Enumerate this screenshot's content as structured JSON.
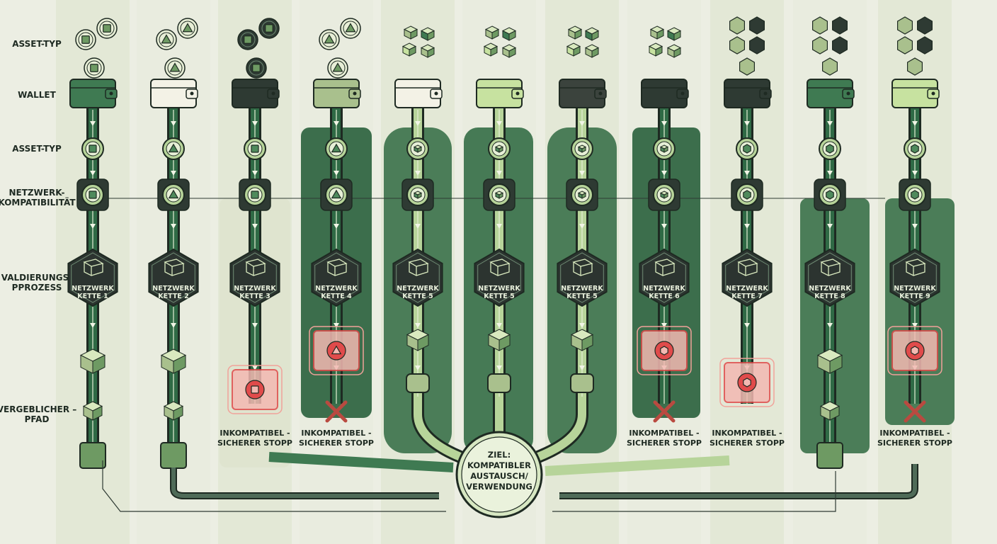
{
  "row_labels": [
    {
      "lines": [
        "ASSET-TYP"
      ]
    },
    {
      "lines": [
        "WALLET"
      ]
    },
    {
      "lines": [
        "ASSET-TYP"
      ]
    },
    {
      "lines": [
        "NETZWERK-",
        "KOMPATIBILITÄT"
      ]
    },
    {
      "lines": [
        "VALDIERUNGS-",
        "PPROZESS"
      ]
    },
    {
      "lines": [
        "VERGEBLICHER –",
        "PFAD"
      ]
    }
  ],
  "columns": [
    {
      "network": [
        "NETZWERK",
        "KETTE 1"
      ],
      "wallet_color": "#3f7a52",
      "status": "path",
      "shape": "square"
    },
    {
      "network": [
        "NETZWERK",
        "KETTE 2"
      ],
      "wallet_color": "#f3f2e6",
      "status": "path",
      "shape": "triangle"
    },
    {
      "network": [
        "NETZWERK",
        "KETTE 3"
      ],
      "wallet_color": "#2e3a33",
      "status": "stop",
      "shape": "square"
    },
    {
      "network": [
        "NETZWERK",
        "KETTE 4"
      ],
      "wallet_color": "#a9c08d",
      "status": "stop",
      "shape": "triangle"
    },
    {
      "network": [
        "NETZWERK",
        "KETTE 5"
      ],
      "wallet_color": "#f3f2e6",
      "status": "goal",
      "shape": "cube"
    },
    {
      "network": [
        "NETZWERK",
        "KETTE 5"
      ],
      "wallet_color": "#c7e2a0",
      "status": "goal",
      "shape": "cube"
    },
    {
      "network": [
        "NETZWERK",
        "KETTE 5"
      ],
      "wallet_color": "#3b433d",
      "status": "goal",
      "shape": "cube"
    },
    {
      "network": [
        "NETZWERK",
        "KETTE 6"
      ],
      "wallet_color": "#2e3a33",
      "status": "stop",
      "shape": "cube"
    },
    {
      "network": [
        "NETZWERK",
        "KETTE 7"
      ],
      "wallet_color": "#2e3a33",
      "status": "stop",
      "shape": "hexagon"
    },
    {
      "network": [
        "NETZWERK",
        "KETTE 8"
      ],
      "wallet_color": "#3f7a52",
      "status": "path",
      "shape": "hexagon"
    },
    {
      "network": [
        "NETZWERK",
        "KETTE 9"
      ],
      "wallet_color": "#c7e2a0",
      "status": "stop",
      "shape": "hexagon"
    }
  ],
  "stop_labels": [
    {
      "column": 2,
      "lines": [
        "INKOMPATIBEL -",
        "SICHERER STOPP"
      ]
    },
    {
      "column": 3,
      "lines": [
        "INKOMPATIBEL -",
        "SICHERER STOPP"
      ]
    },
    {
      "column": 7,
      "lines": [
        "INKOMPATIBEL -",
        "SICHERER STOPP"
      ]
    },
    {
      "column": 8,
      "lines": [
        "INKOMPATIBEL -",
        "SICHERER STOPP"
      ]
    },
    {
      "column": 10,
      "lines": [
        "INKOMPATIBEL -",
        "SICHERER STOPP"
      ]
    }
  ],
  "goal": {
    "lines": [
      "ZIEL:",
      "KOMPATIBLER",
      "AUSTAUSCH/",
      "VERWENDUNG"
    ]
  },
  "colors": {
    "background": "#eceee3",
    "dark_green": "#3f7a52",
    "track_light": "#b7d49a",
    "track_dark": "#2f6a45",
    "hex_fill": "#2c3430",
    "alert_red": "#e04b4b",
    "panel_dark": "#3c6e4c"
  }
}
